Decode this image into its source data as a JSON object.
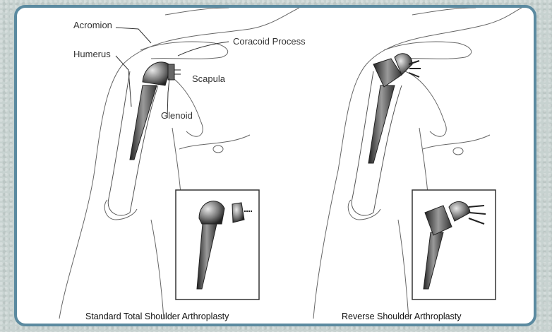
{
  "labels": {
    "acromion": "Acromion",
    "coracoid": "Coracoid Process",
    "humerus": "Humerus",
    "scapula": "Scapula",
    "glenoid": "Glenoid"
  },
  "captions": {
    "standard": "Standard Total Shoulder Arthroplasty",
    "reverse": "Reverse Shoulder Arthroplasty"
  },
  "colors": {
    "frame_border": "#5b8aa0",
    "outer_background": "#c7d2d0",
    "implant": "#4a4a4a"
  }
}
